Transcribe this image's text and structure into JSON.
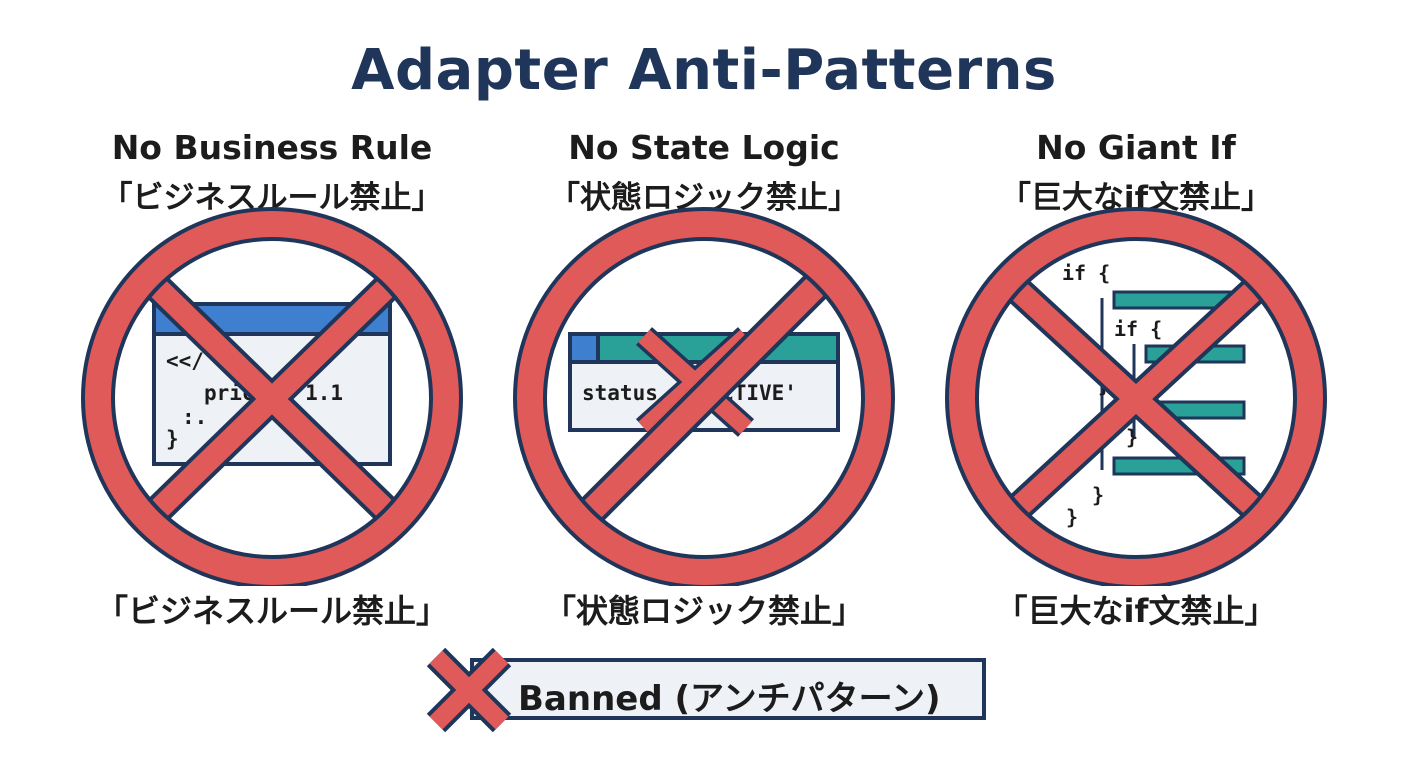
{
  "title": "Adapter Anti-Patterns",
  "panels": [
    {
      "heading_en": "No Business Rule",
      "heading_ja": "「ビジネスルール禁止」",
      "footer_ja": "「ビジネスルール禁止」",
      "code": [
        "<</",
        "price * 1.1",
        ":.",
        "}"
      ]
    },
    {
      "heading_en": "No State Logic",
      "heading_ja": "「状態ロジック禁止」",
      "footer_ja": "「状態ロジック禁止」",
      "code": [
        "status = 'ACTIVE'"
      ]
    },
    {
      "heading_en": "No Giant If",
      "heading_ja": "「巨大なif文禁止」",
      "footer_ja": "「巨大なif文禁止」",
      "code": [
        "if {",
        "if {",
        "} e {",
        "}",
        "}",
        "}"
      ]
    }
  ],
  "legend": {
    "label": "Banned (アンチパターン)"
  },
  "colors": {
    "ban_red": "#e05a5a",
    "outline_navy": "#1f3559",
    "window_blue": "#3f7fcf",
    "window_teal": "#2aa198",
    "window_bg": "#eef1f5"
  },
  "icons": [
    "prohibition-icon",
    "cross-icon"
  ]
}
